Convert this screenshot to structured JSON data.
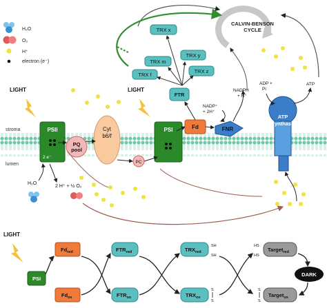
{
  "legend": {
    "h2o": "H₂O",
    "o2": "O₂",
    "hplus": "H⁺",
    "electron": "electron (e⁻)"
  },
  "labels": {
    "light": "LIGHT",
    "stroma": "stroma",
    "lumen": "lumen",
    "calvin_line1": "CALVIN-BENSON",
    "calvin_line2": "CYCLE",
    "psii": "PSII",
    "pq_line1": "PQ",
    "pq_line2": "pool",
    "cyt_line1": "Cyt",
    "cyt_line2": "b6/f",
    "pc": "PC",
    "psi": "PSI",
    "fd": "Fd",
    "fnr": "FNR",
    "ftr": "FTR",
    "trx_x": "TRX x",
    "trx_y": "TRX y",
    "trx_m": "TRX m",
    "trx_f": "TRX f",
    "trx_z": "TRX z",
    "nadp_line1": "NADP⁺",
    "nadp_line2": "+ 2H⁺",
    "nadph_line1": "NADPH",
    "nadph_line2": "+ H⁺",
    "adp_line1": "ADP +",
    "adp_line2": "Pi",
    "atp": "ATP",
    "atp_syn_line1": "ATP",
    "atp_syn_line2": "synthase",
    "two_e": "2 e⁻",
    "h2o": "H₂O",
    "water_split": "2 H⁺ + ½ O₂"
  },
  "bottom": {
    "light": "LIGHT",
    "psi": "PSI",
    "fd": "Fd",
    "ftr": "FTR",
    "trx": "TRX",
    "target": "Target",
    "red": "red",
    "ox": "ox",
    "sh": "SH",
    "hs": "HS",
    "s": "S",
    "dark": "DARK"
  },
  "colors": {
    "green": "#2a8a2a",
    "orange": "#f07a3a",
    "peach": "#f9c9a0",
    "teal": "#5bbfbf",
    "blue": "#3a7dc8",
    "yellow": "#f2e33a",
    "pink": "#f2b8b8",
    "membrane": "#6fc9a9"
  }
}
